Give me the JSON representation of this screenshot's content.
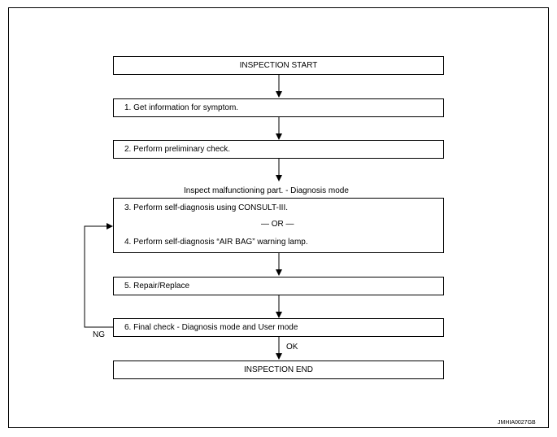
{
  "flow": {
    "start": "INSPECTION START",
    "step1": "1. Get information for symptom.",
    "step2": "2. Perform preliminary check.",
    "section_label": "Inspect malfunctioning part. - Diagnosis mode",
    "step3": "3. Perform self-diagnosis using CONSULT-III.",
    "or_label": "— OR —",
    "step4": "4. Perform self-diagnosis “AIR BAG” warning lamp.",
    "step5": "5. Repair/Replace",
    "step6": "6. Final check - Diagnosis mode and User mode",
    "ng_label": "NG",
    "ok_label": "OK",
    "end": "INSPECTION END"
  },
  "figure_ref": "JMHIA0027GB"
}
